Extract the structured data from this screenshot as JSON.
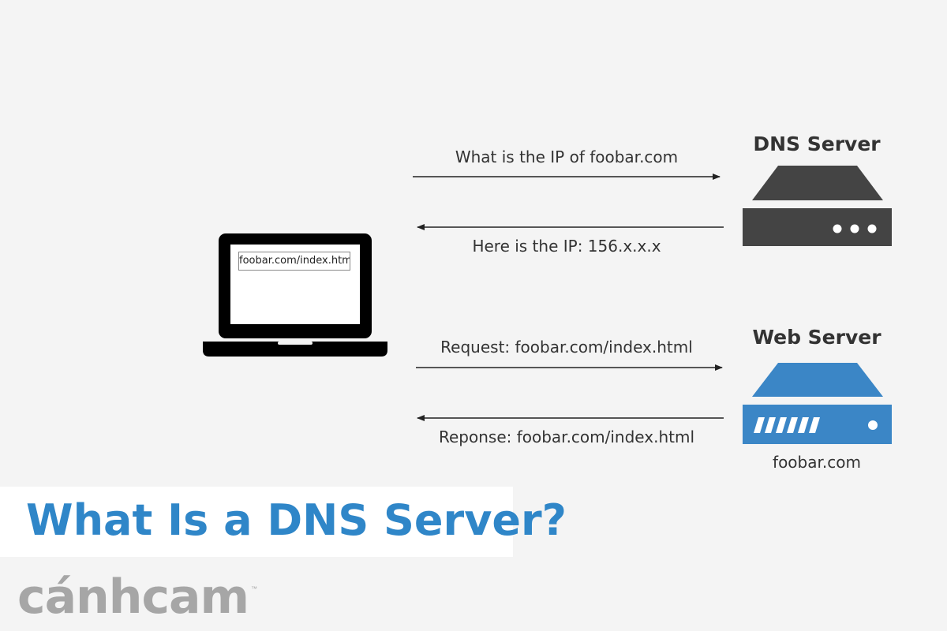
{
  "title": "What Is a DNS Server?",
  "logo": "cánhcam",
  "laptop": {
    "url": "foobar.com/index.html"
  },
  "dns_server": {
    "title": "DNS Server"
  },
  "web_server": {
    "title": "Web Server",
    "caption": "foobar.com"
  },
  "messages": {
    "dns_query": "What is the IP of foobar.com",
    "dns_reply": "Here is the IP: 156.x.x.x",
    "http_request": "Request: foobar.com/index.html",
    "http_response": "Reponse: foobar.com/index.html"
  },
  "colors": {
    "dns_server": "#444444",
    "web_server": "#3b86c6",
    "title_text": "#2f86c8",
    "logo": "#a6a6a6"
  }
}
